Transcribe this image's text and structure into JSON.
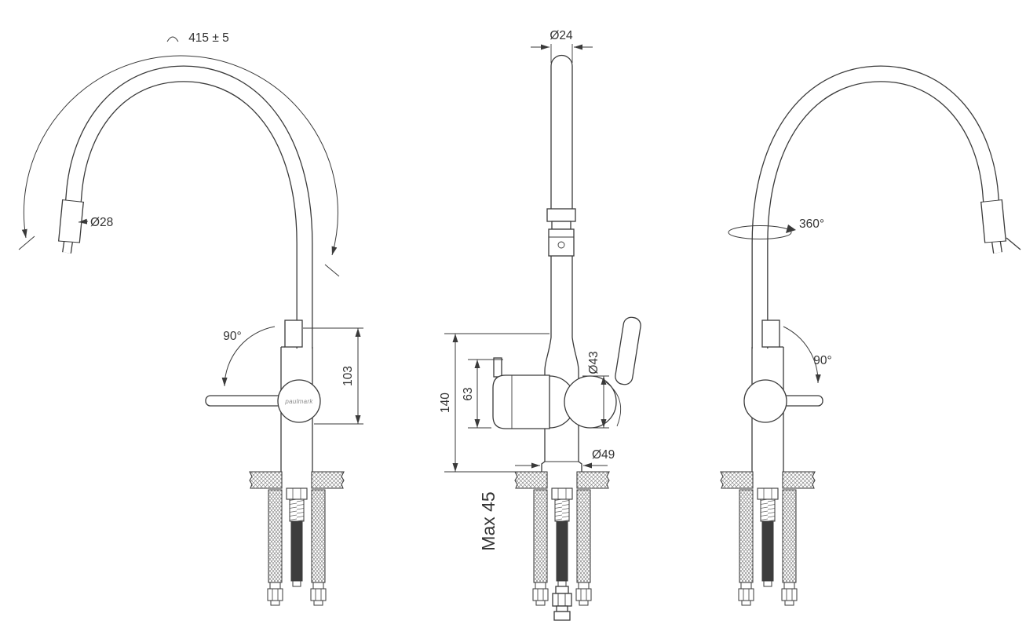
{
  "page": {
    "background": "#ffffff",
    "line_color": "#3a3a3a"
  },
  "views": {
    "left": {
      "name": "side-view-spout-left",
      "dim_arc_radius": "415 ± 5",
      "dim_spray_head_diameter": "Ø28",
      "dim_spout_swivel_angle": "90°",
      "dim_spout_top_height": "103",
      "logo_text": "paulmark"
    },
    "center": {
      "name": "front-view",
      "dim_spout_tube_diameter": "Ø24",
      "dim_body_height": "140",
      "dim_filter_spout_height": "63",
      "dim_body_diameter": "Ø43",
      "dim_base_diameter": "Ø49",
      "dim_max_deck_thickness": "Max 45"
    },
    "right": {
      "name": "side-view-spout-right",
      "dim_swivel_rotation": "360°",
      "dim_handle_angle": "90°"
    }
  }
}
